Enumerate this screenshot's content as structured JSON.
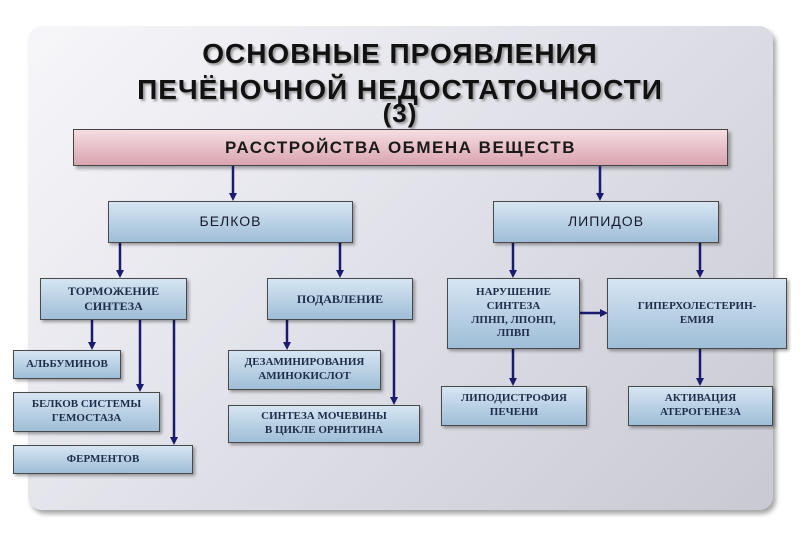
{
  "title": {
    "line1": "ОСНОВНЫЕ ПРОЯВЛЕНИЯ",
    "line2": "ПЕЧЁНОЧНОЙ НЕДОСТАТОЧНОСТИ",
    "line3": "(3)"
  },
  "header": "РАССТРОЙСТВА ОБМЕНА ВЕЩЕСТВ",
  "level1": {
    "proteins": "БЕЛКОВ",
    "lipids": "ЛИПИДОВ"
  },
  "proteins": {
    "inhibition": "ТОРМОЖЕНИЕ\nСИНТЕЗА",
    "suppression": "ПОДАВЛЕНИЕ",
    "albumins": "АЛЬБУМИНОВ",
    "hemostasis": "БЕЛКОВ СИСТЕМЫ\nГЕМОСТАЗА",
    "enzymes": "ФЕРМЕНТОВ",
    "deamination": "ДЕЗАМИНИРОВАНИЯ\nАМИНОКИСЛОТ",
    "urea": "СИНТЕЗА МОЧЕВИНЫ\nВ ЦИКЛЕ ОРНИТИНА"
  },
  "lipids": {
    "synthesis": "НАРУШЕНИЕ\nСИНТЕЗА\nЛПНП, ЛПОНП,\nЛПВП",
    "hypercholesterol": "ГИПЕРХОЛЕСТЕРИН-\nЕМИЯ",
    "dystrophy": "ЛИПОДИСТРОФИЯ\nПЕЧЕНИ",
    "atherogenesis": "АКТИВАЦИЯ\nАТЕРОГЕНЕЗА"
  },
  "colors": {
    "box_fill_top": "#d6e5f2",
    "box_fill_bottom": "#9fbed8",
    "header_fill": "#e3b6bf",
    "arrow": "#1a1a6e"
  }
}
